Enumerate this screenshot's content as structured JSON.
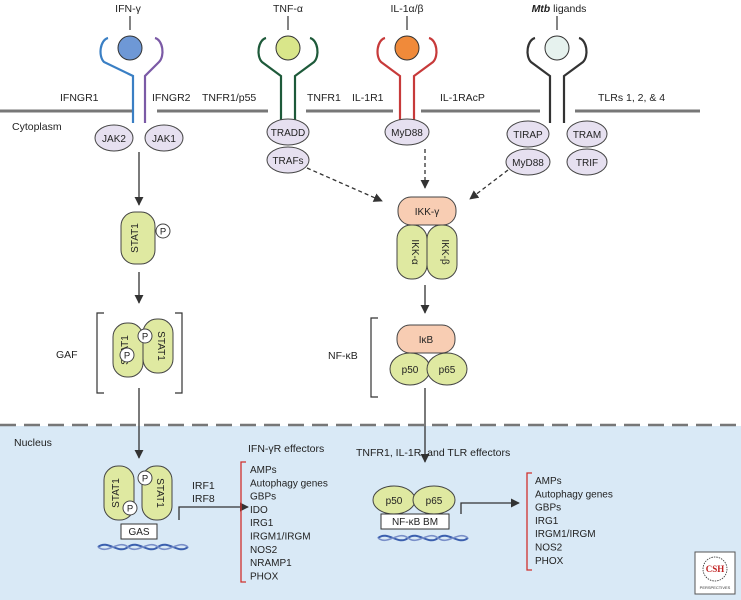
{
  "receptors": {
    "ifng": "IFN-γ",
    "tnfa": "TNF-α",
    "il1": "IL-1α/β",
    "mtb_italic": "Mtb",
    "mtb_rest": " ligands"
  },
  "membrane_labels": {
    "ifngr1": "IFNGR1",
    "ifngr2": "IFNGR2",
    "tnfr1p55": "TNFR1/p55",
    "tnfr1": "TNFR1",
    "il1r1": "IL-1R1",
    "il1racp": "IL-1RAcP",
    "tlrs": "TLRs 1, 2, & 4",
    "cytoplasm": "Cytoplasm"
  },
  "adaptors": {
    "jak2": "JAK2",
    "jak1": "JAK1",
    "tradd": "TRADD",
    "trafs": "TRAFs",
    "myd88": "MyD88",
    "tirap": "TIRAP",
    "myd88_2": "MyD88",
    "tram": "TRAM",
    "trif": "TRIF"
  },
  "signaling": {
    "stat1": "STAT1",
    "p": "P",
    "gaf": "GAF",
    "ikkg": "IKK-γ",
    "ikka": "IKK-α",
    "ikkb": "IKK-β",
    "nfkb": "NF-κB",
    "ikb": "IκB",
    "p50": "p50",
    "p65": "p65"
  },
  "nucleus": {
    "label": "Nucleus",
    "gas": "GAS",
    "irf1": "IRF1",
    "irf8": "IRF8",
    "nfkb_bm": "NF-κB BM",
    "ifng_effectors_title": "IFN-γR effectors",
    "ifng_effectors": [
      "AMPs",
      "Autophagy genes",
      "GBPs",
      "IDO",
      "IRG1",
      "IRGM1/IRGM",
      "NOS2",
      "NRAMP1",
      "PHOX"
    ],
    "tnf_effectors_title": "TNFR1, IL-1R, and TLR effectors",
    "tnf_effectors": [
      "AMPs",
      "Autophagy genes",
      "GBPs",
      "IRG1",
      "IRGM1/IRGM",
      "NOS2",
      "PHOX"
    ]
  },
  "logo": {
    "text": "CSH",
    "subtext": "PERSPECTIVES"
  },
  "colors": {
    "ifng_ligand": "#6e98d6",
    "tnf_ligand": "#d9e68a",
    "il1_ligand": "#f08a3a",
    "mtb_ligand": "#e6f2ee",
    "adaptor": "#e6e0f0",
    "stat_green": "#dfe9a1",
    "ikk_salmon": "#f8cdb3",
    "nucleus_bg": "#d9e9f6",
    "effector_bracket": "#d0312d"
  }
}
